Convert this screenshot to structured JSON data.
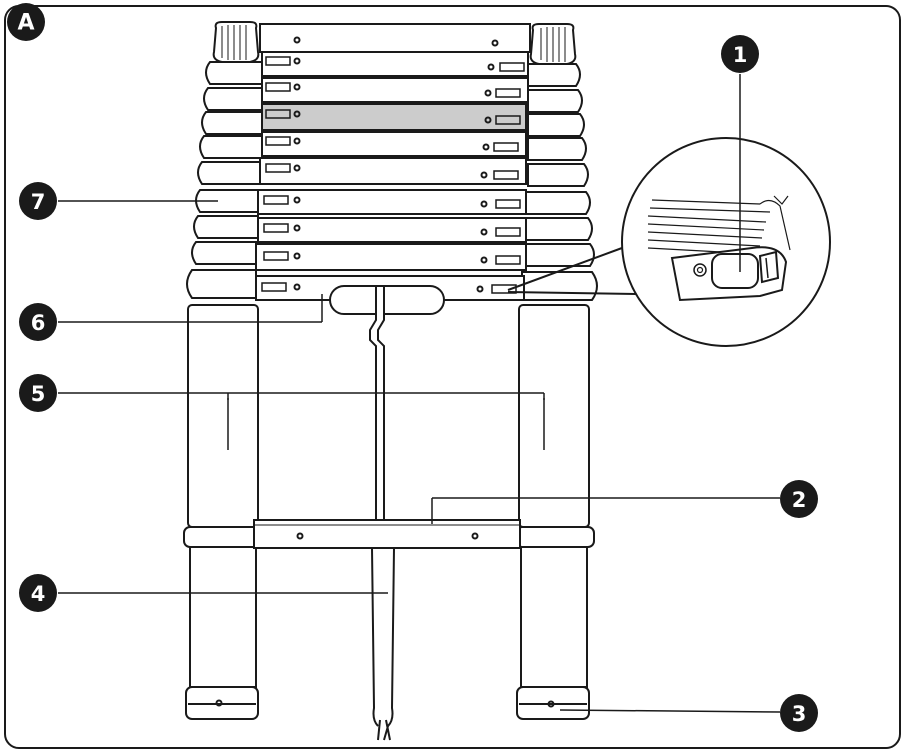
{
  "figure": {
    "panel_label": "A",
    "callouts": [
      {
        "id": "1",
        "text": "1"
      },
      {
        "id": "2",
        "text": "2"
      },
      {
        "id": "3",
        "text": "3"
      },
      {
        "id": "4",
        "text": "4"
      },
      {
        "id": "5",
        "text": "5"
      },
      {
        "id": "6",
        "text": "6"
      },
      {
        "id": "7",
        "text": "7"
      }
    ],
    "colors": {
      "line": "#1a1a1a",
      "callout_fill": "#1a1a1a",
      "highlight_rung": "#cccccc",
      "background": "#ffffff"
    },
    "icons": [
      "ladder-illustration",
      "magnified-lock-detail"
    ]
  }
}
